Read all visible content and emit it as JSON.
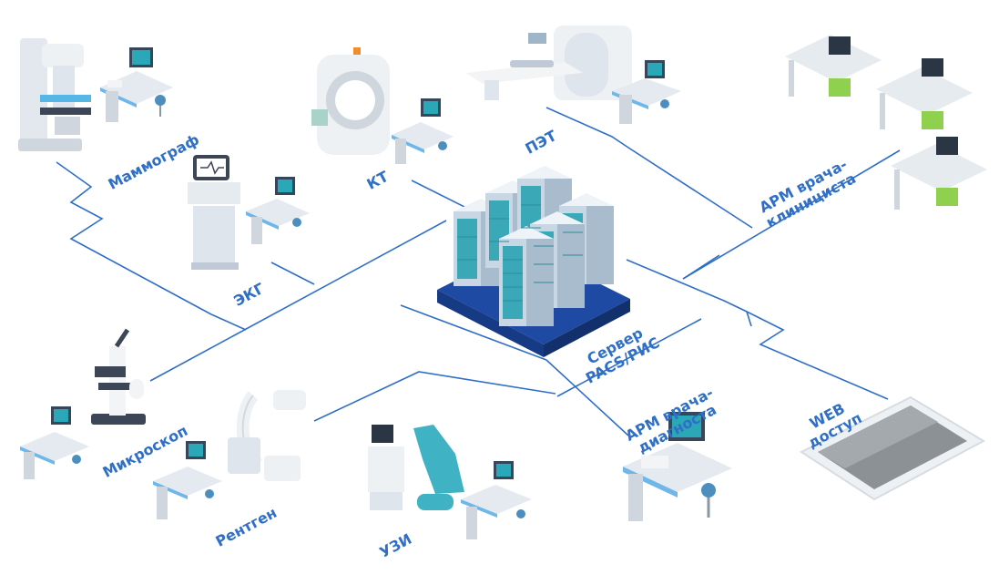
{
  "colors": {
    "network_line": "#2f6fc6",
    "label": "#2f6fc6",
    "server_base": "#1f4aa3",
    "server_body": "#d9e4ee",
    "server_panel": "#3aa8b7",
    "desk": "#d6dde6",
    "desk_accent": "#6fb7e8",
    "monitor_screen": "#2aa8b8",
    "drawer_green": "#8fd14f",
    "tablet_frame": "#eef1f4"
  },
  "nodes": {
    "server": {
      "line1": "Сервер",
      "line2": "PACS/РИС"
    },
    "mammograph": {
      "label": "Маммограф",
      "icon": "mammograph-icon"
    },
    "ct": {
      "label": "КТ",
      "icon": "ct-scanner-icon"
    },
    "pet": {
      "label": "ПЭТ",
      "icon": "pet-scanner-icon"
    },
    "ekg": {
      "label": "ЭКГ",
      "icon": "ekg-machine-icon"
    },
    "arm_clinician": {
      "line1": "АРМ врача-",
      "line2": "клинициста",
      "icon": "office-desks-icon"
    },
    "microscope": {
      "label": "Микроскоп",
      "icon": "microscope-icon"
    },
    "xray": {
      "label": "Рентген",
      "icon": "c-arm-xray-icon"
    },
    "ultrasound": {
      "label": "УЗИ",
      "icon": "ultrasound-machine-icon"
    },
    "arm_diagnostician": {
      "line1": "АРМ врача-",
      "line2": "диагноста",
      "icon": "workstation-icon"
    },
    "web": {
      "line1": "WEB",
      "line2": "доступ",
      "icon": "tablet-icon"
    }
  }
}
